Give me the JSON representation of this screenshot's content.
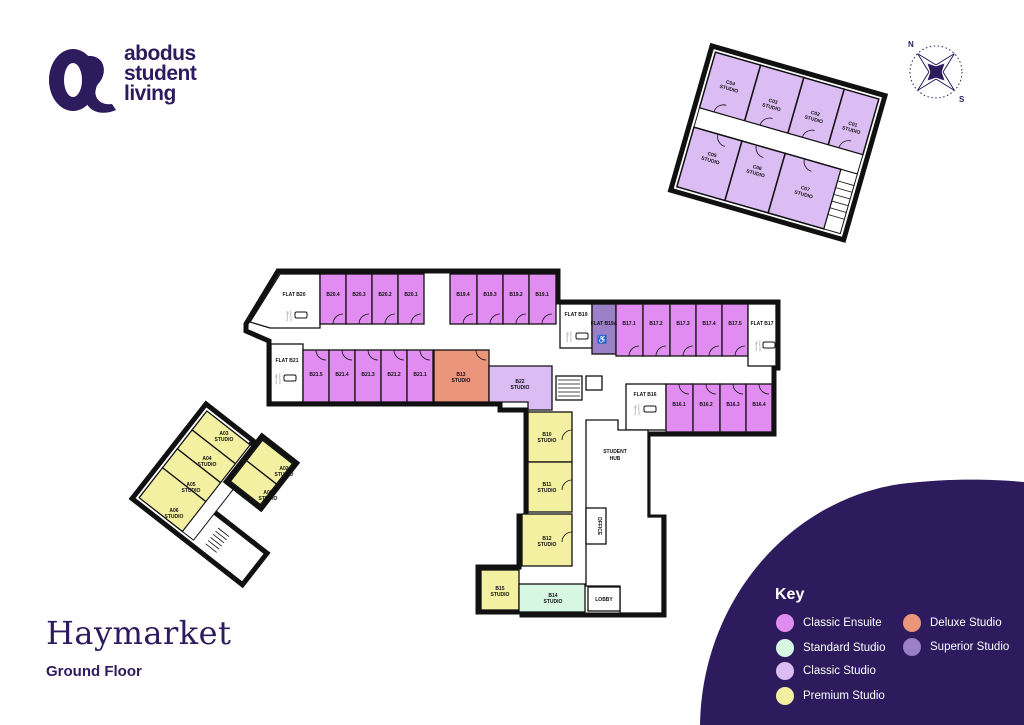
{
  "brand": {
    "logo_lines": [
      "abodus",
      "student",
      "living"
    ],
    "color": "#2d1b5e"
  },
  "title": "Haymarket",
  "subtitle": "Ground Floor",
  "colors": {
    "classic_ensuite": "#e18cf0",
    "standard_studio": "#d8f7e3",
    "classic_studio": "#dbbcf3",
    "premium_studio": "#f4f0a2",
    "deluxe_studio": "#eb967a",
    "superior_studio": "#9b7fc7",
    "wall": "#111111",
    "navy": "#2d1b5e"
  },
  "key": {
    "title": "Key",
    "items": [
      {
        "label": "Classic Ensuite",
        "color": "#e18cf0"
      },
      {
        "label": "Standard Studio",
        "color": "#d8f7e3"
      },
      {
        "label": "Classic Studio",
        "color": "#dbbcf3"
      },
      {
        "label": "Premium Studio",
        "color": "#f4f0a2"
      },
      {
        "label": "Deluxe Studio",
        "color": "#eb967a"
      },
      {
        "label": "Superior Studio",
        "color": "#9b7fc7"
      }
    ]
  },
  "compass": {
    "n": "N",
    "s": "S"
  },
  "block_c": {
    "rooms": [
      {
        "id": "C04",
        "type": "STUDIO"
      },
      {
        "id": "C03",
        "type": "STUDIO"
      },
      {
        "id": "C02",
        "type": "STUDIO"
      },
      {
        "id": "C01",
        "type": "STUDIO"
      },
      {
        "id": "C05",
        "type": "STUDIO"
      },
      {
        "id": "C06",
        "type": "STUDIO"
      },
      {
        "id": "C07",
        "type": "STUDIO"
      }
    ]
  },
  "block_a": {
    "rooms": [
      {
        "id": "A03",
        "type": "STUDIO"
      },
      {
        "id": "A04",
        "type": "STUDIO"
      },
      {
        "id": "A05",
        "type": "STUDIO"
      },
      {
        "id": "A06",
        "type": "STUDIO"
      },
      {
        "id": "A02",
        "type": "STUDIO"
      },
      {
        "id": "A01",
        "type": "STUDIO"
      }
    ]
  },
  "block_b": {
    "flats": [
      "FLAT B20",
      "FLAT B21",
      "FLAT B19",
      "FLAT B19A",
      "FLAT B17",
      "FLAT B16"
    ],
    "row_b20": [
      "B20.4",
      "B20.3",
      "B20.2",
      "B20.1"
    ],
    "row_b19": [
      "B19.4",
      "B19.3",
      "B19.2",
      "B19.1"
    ],
    "row_b21": [
      "B21.5",
      "B21.4",
      "B21.3",
      "B21.2",
      "B21.1"
    ],
    "row_b17": [
      "B17.1",
      "B17.2",
      "B17.3",
      "B17.4",
      "B17.5"
    ],
    "row_b16": [
      "B16.1",
      "B16.2",
      "B16.3",
      "B16.4"
    ],
    "studios": [
      {
        "id": "B13",
        "type": "STUDIO"
      },
      {
        "id": "B22",
        "type": "STUDIO"
      },
      {
        "id": "B10",
        "type": "STUDIO"
      },
      {
        "id": "B11",
        "type": "STUDIO"
      },
      {
        "id": "B12",
        "type": "STUDIO"
      },
      {
        "id": "B15",
        "type": "STUDIO"
      },
      {
        "id": "B14",
        "type": "STUDIO"
      }
    ],
    "facilities": {
      "hub": [
        "STUDENT",
        "HUB"
      ],
      "office": "OFFICE",
      "lobby": "LOBBY"
    }
  }
}
